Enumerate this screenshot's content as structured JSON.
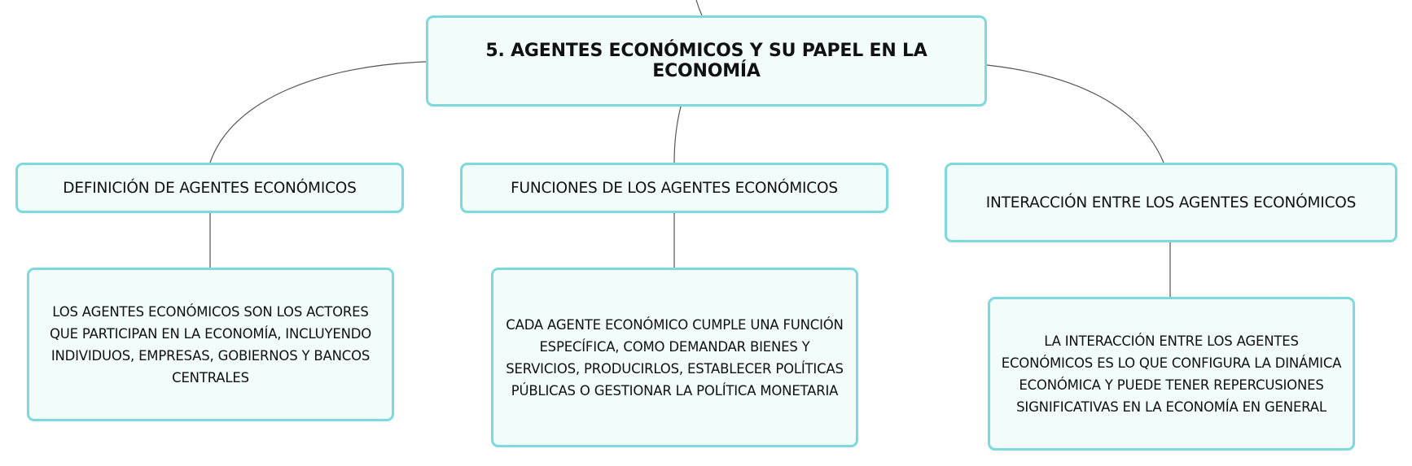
{
  "root": {
    "title": "5. AGENTES ECONÓMICOS Y SU PAPEL EN LA ECONOMÍA"
  },
  "branches": [
    {
      "title": "DEFINICIÓN DE AGENTES ECONÓMICOS",
      "detail": "LOS AGENTES ECONÓMICOS SON LOS ACTORES QUE PARTICIPAN EN LA ECONOMÍA, INCLUYENDO INDIVIDUOS, EMPRESAS, GOBIERNOS Y BANCOS CENTRALES"
    },
    {
      "title": "FUNCIONES DE LOS AGENTES ECONÓMICOS",
      "detail": "CADA AGENTE ECONÓMICO CUMPLE UNA FUNCIÓN ESPECÍFICA, COMO DEMANDAR BIENES Y SERVICIOS, PRODUCIRLOS, ESTABLECER POLÍTICAS PÚBLICAS O GESTIONAR LA POLÍTICA MONETARIA"
    },
    {
      "title": "INTERACCIÓN ENTRE LOS AGENTES ECONÓMICOS",
      "detail": "LA INTERACCIÓN ENTRE LOS AGENTES ECONÓMICOS ES LO QUE CONFIGURA LA DINÁMICA ECONÓMICA Y PUEDE TENER REPERCUSIONES SIGNIFICATIVAS EN LA ECONOMÍA EN GENERAL"
    }
  ],
  "colors": {
    "node_fill": "#f1fcfb",
    "node_border": "#7ed9dd",
    "connector": "#555555",
    "text": "#111111"
  }
}
